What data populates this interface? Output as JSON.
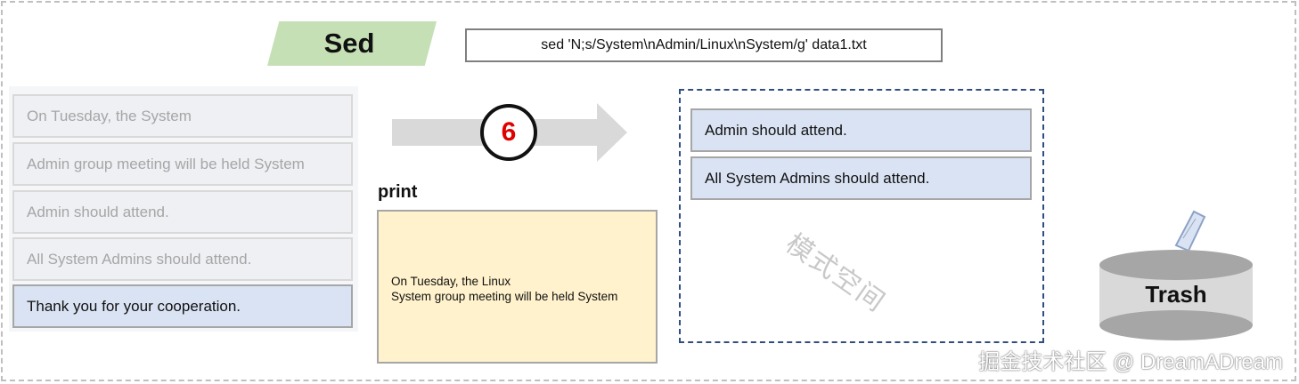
{
  "header": {
    "title": "Sed",
    "command": "sed 'N;s/System\\nAdmin/Linux\\nSystem/g' data1.txt"
  },
  "input_lines": [
    {
      "text": "On Tuesday, the System",
      "active": false
    },
    {
      "text": "Admin group meeting will be held System",
      "active": false
    },
    {
      "text": "Admin should attend.",
      "active": false
    },
    {
      "text": "All System Admins should attend.",
      "active": false
    },
    {
      "text": "Thank you for your cooperation.",
      "active": true
    }
  ],
  "step": {
    "number": "6"
  },
  "print": {
    "label": "print",
    "lines": [
      "On Tuesday, the Linux",
      "System group meeting will be held System"
    ]
  },
  "pattern_space": {
    "watermark": "模式空间",
    "lines": [
      "Admin should attend.",
      "All System Admins should attend."
    ]
  },
  "trash": {
    "label": "Trash"
  },
  "footer": {
    "credit": "掘金技术社区 @ DreamADream"
  },
  "colors": {
    "banner_green": "#c5e0b4",
    "active_blue": "#dae3f3",
    "print_yellow": "#fff2cc",
    "step_red": "#e00000"
  }
}
